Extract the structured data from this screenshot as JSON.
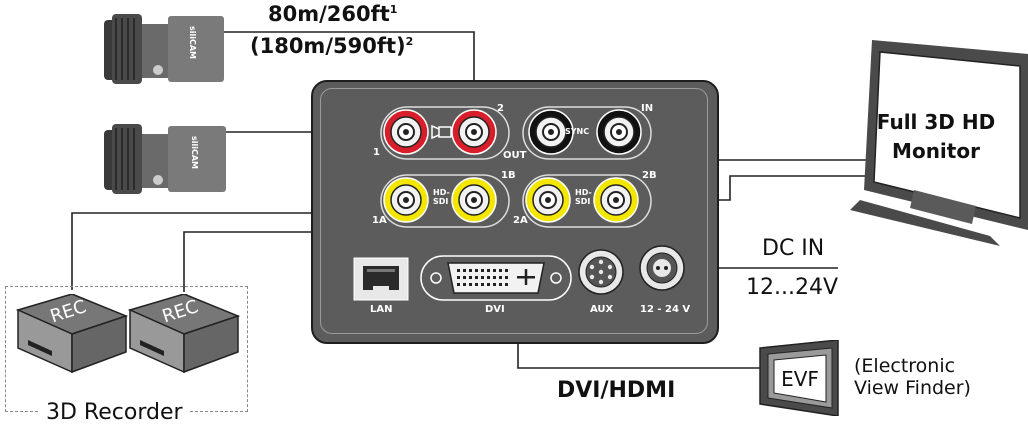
{
  "cable_length": {
    "line1": "80m/260ft",
    "sup1": "1",
    "line2": "(180m/590ft)",
    "sup2": "2"
  },
  "device": {
    "ports": {
      "out_1": "1",
      "out_2": "2",
      "out_label": "OUT",
      "sync_label": "SYNC",
      "in_label": "IN",
      "hdsdi_1b": "1B",
      "hdsdi_2b": "2B",
      "hdsdi_1a": "1A",
      "hdsdi_2a": "2A",
      "hd_label_top": "HD-",
      "hd_label_bottom": "SDI",
      "lan": "LAN",
      "dvi": "DVI",
      "aux": "AUX",
      "power": "12 - 24 V"
    }
  },
  "camera_brand": "siliCAM",
  "monitor": {
    "line1": "Full 3D HD",
    "line2": "Monitor"
  },
  "dc_in": {
    "line1": "DC IN",
    "line2": "12...24V"
  },
  "recorder": {
    "label": "REC",
    "group_label": "3D Recorder"
  },
  "dvi_hdmi": "DVI/HDMI",
  "evf": {
    "label": "EVF",
    "caption_line1": "(Electronic",
    "caption_line2": "View Finder)"
  },
  "colors": {
    "device_body": "#5c5c5c",
    "red_ring": "#d81e2a",
    "yellow_ring": "#f3e600",
    "black_ring": "#111111"
  }
}
